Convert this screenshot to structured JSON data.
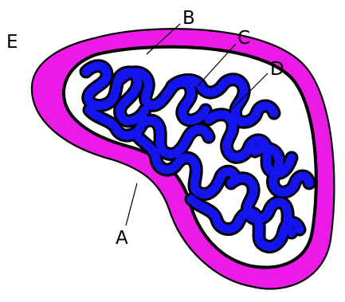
{
  "diagram": {
    "labels": {
      "a": "A",
      "b": "B",
      "c": "C",
      "d": "D",
      "e": "E"
    },
    "colors": {
      "outer_membrane": "#ec1ae6",
      "cristae": "#1414ee",
      "outline": "#000000",
      "matrix": "#ffffff",
      "background": "#ffffff"
    }
  }
}
